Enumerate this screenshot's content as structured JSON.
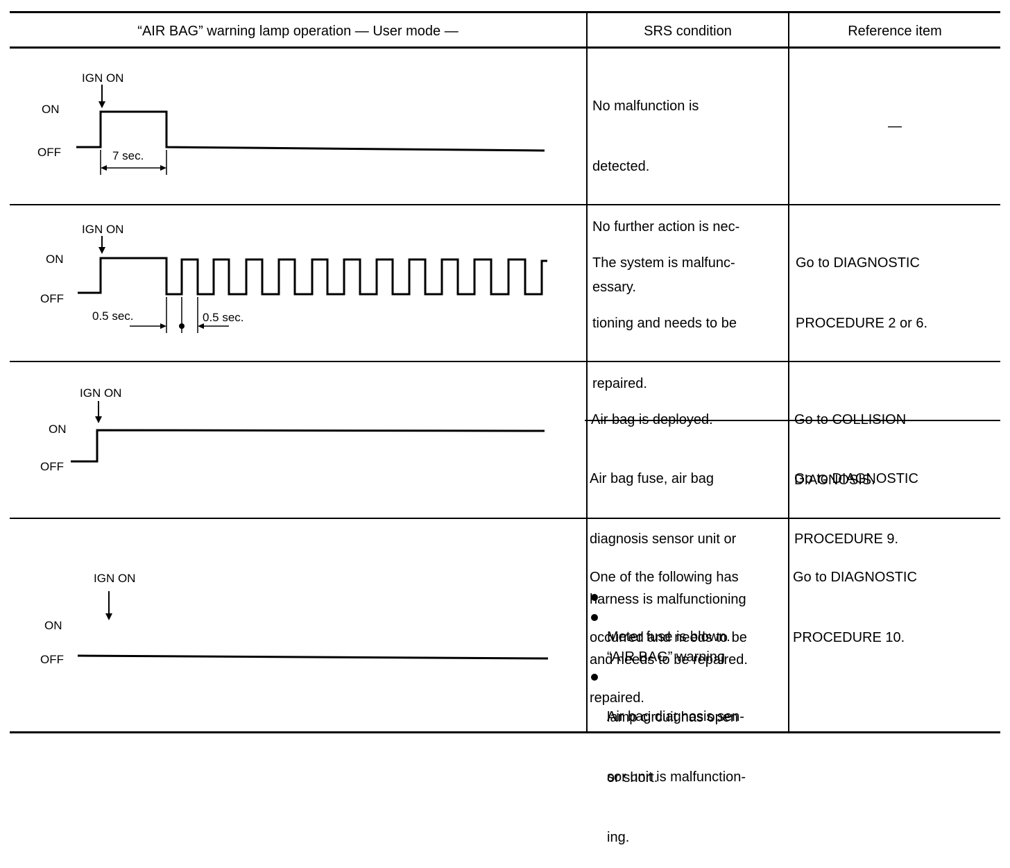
{
  "header": {
    "col1": "“AIR BAG” warning lamp operation — User mode —",
    "col2": "SRS condition",
    "col3": "Reference item"
  },
  "diagram_labels": {
    "ign_on": "IGN ON",
    "on": "ON",
    "off": "OFF",
    "seven_sec": "7 sec.",
    "half_sec_left": "0.5 sec.",
    "half_sec_right": "0.5 sec."
  },
  "rows": [
    {
      "condition_lines": [
        "No malfunction is",
        "detected.",
        "No further action is nec-",
        "essary."
      ],
      "reference": "—"
    },
    {
      "condition_lines": [
        "The system is malfunc-",
        "tioning and needs to be",
        "repaired."
      ],
      "reference_lines": [
        "Go to DIAGNOSTIC",
        "PROCEDURE 2 or 6."
      ]
    },
    {
      "sub": [
        {
          "condition_lines": [
            "Air bag is deployed."
          ],
          "reference_lines": [
            "Go to COLLISION",
            "DIAGNOSIS."
          ]
        },
        {
          "condition_lines": [
            "Air bag fuse, air bag",
            "diagnosis sensor unit or",
            "harness is malfunctioning",
            "and needs to be repaired."
          ],
          "reference_lines": [
            "Go to DIAGNOSTIC",
            "PROCEDURE 9."
          ]
        }
      ]
    },
    {
      "condition_lines": [
        "One of the following has",
        "occurred and needs to be",
        "repaired."
      ],
      "bullets": [
        [
          "Meter fuse is blown."
        ],
        [
          "“AIR BAG” warning",
          "lamp circuit has open",
          "or short."
        ],
        [
          "Air bag diagnosis sen-",
          "sor unit is malfunction-",
          "ing."
        ]
      ],
      "reference_lines": [
        "Go to DIAGNOSTIC",
        "PROCEDURE 10."
      ]
    }
  ]
}
